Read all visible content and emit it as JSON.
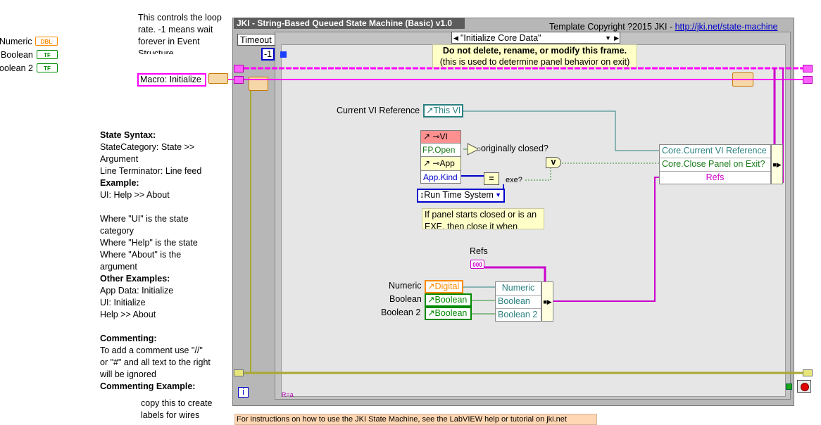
{
  "left_controls": [
    {
      "label": "Numeric",
      "terminal": "DBL",
      "color": "#ff8a00"
    },
    {
      "label": "Boolean",
      "terminal": "TF",
      "color": "#008a00"
    },
    {
      "label": "oolean 2",
      "terminal": "TF",
      "color": "#008a00"
    }
  ],
  "timeout_comment": "This controls the loop rate. -1 means wait forever in Event Structure",
  "macro_control": {
    "label": "Macro: Initialize"
  },
  "state_syntax": {
    "heading": "State Syntax:",
    "line1": "StateCategory: State >>",
    "line2": "Argument",
    "line3": "Line Terminator: Line feed",
    "example_heading": "Example:",
    "example": "UI: Help >> About",
    "where1a": "Where \"UI\" is the state",
    "where1b": "category",
    "where2": "Where \"Help\" is the state",
    "where3a": "Where \"About\" is the",
    "where3b": "argument",
    "other_heading": "Other Examples:",
    "other1": "App Data: Initialize",
    "other2": "UI: Initialize",
    "other3": "Help >> About",
    "comment_heading": "Commenting:",
    "comment1": "To add a comment use \"//\"",
    "comment2": "or \"#\" and all text to the right",
    "comment3": "will be ignored",
    "comment_example_heading": "Commenting Example:"
  },
  "copy_note": "copy this to create labels for wires",
  "bottom_note": "For instructions on how to use the JKI State Machine, see the LabVIEW help or tutorial on jki.net",
  "frame": {
    "title": "JKI - String-Based Queued State Machine (Basic) v1.0",
    "copyright": "Template Copyright ?2015 JKI - ",
    "copyright_link": "http://jki.net/state-machine",
    "case_selector": "\"Initialize Core Data\"",
    "warning_line1": "Do not delete, rename, or modify this frame.",
    "warning_line2": "(this is used to determine panel behavior on exit)",
    "timeout_label": "Timeout",
    "timeout_value": "-1",
    "iteration": "i",
    "shift_label": "R=a"
  },
  "diagram": {
    "current_vi_label": "Current VI Reference",
    "this_vi": "This VI",
    "vi_node": "VI",
    "fp_open": "FP.Open",
    "app_node": "App",
    "app_kind": "App.Kind",
    "originally_closed": "originally closed?",
    "equals": "=",
    "or_symbol": "v",
    "exe": "exe?",
    "run_time_system": "Run Time System",
    "note_text": "If panel starts closed or is an EXE, then close it when",
    "bundle_fields": [
      "Core.Current VI Reference",
      "Core.Close Panel on Exit?",
      "Refs"
    ],
    "refs_label": "Refs",
    "refs_terminal": "000",
    "refs_items": [
      {
        "label": "Numeric",
        "ref": "Digital",
        "field": "Numeric",
        "color": "#ff8a00"
      },
      {
        "label": "Boolean",
        "ref": "Boolean",
        "field": "Boolean",
        "color": "#008a00"
      },
      {
        "label": "Boolean 2",
        "ref": "Boolean",
        "field": "Boolean 2",
        "color": "#008a00"
      }
    ]
  },
  "colors": {
    "string_wire": "#ff00ff",
    "cluster_wire": "#cc00cc",
    "ref_wire": "#2a8080",
    "bool_wire": "#2f8f2f",
    "enum_wire": "#0000cc",
    "note_bg": "#ffffc8"
  }
}
